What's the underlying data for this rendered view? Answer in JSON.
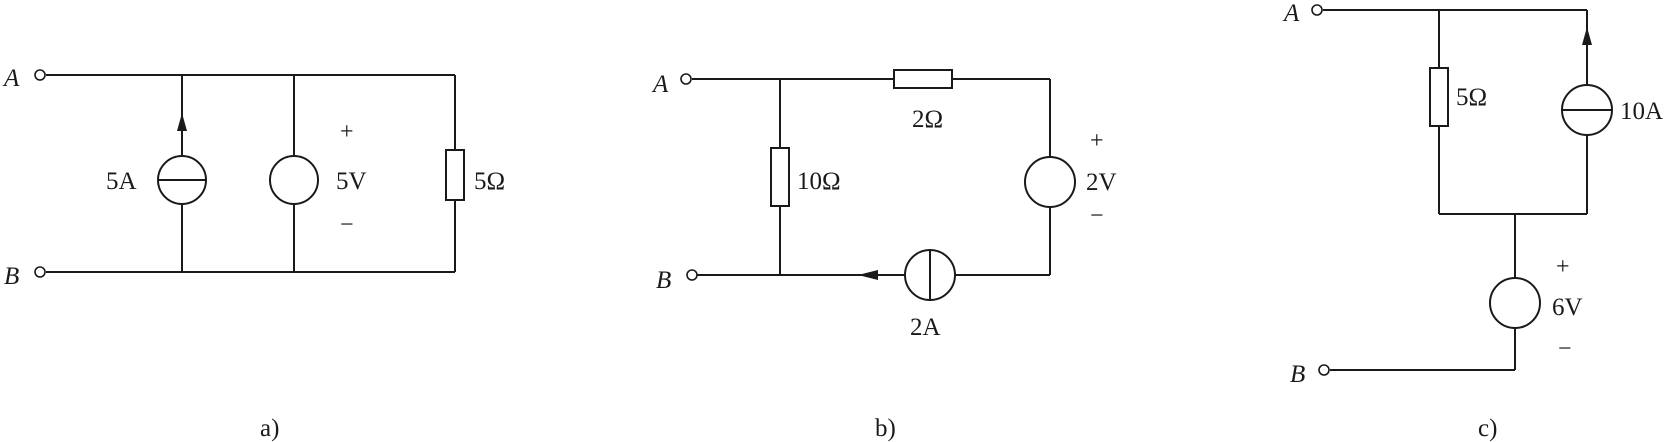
{
  "circuits": {
    "a": {
      "caption": "a)",
      "node_a": "A",
      "node_b": "B",
      "current_source": "5A",
      "voltage_source": "5V",
      "plus": "+",
      "minus": "−",
      "resistor": "5Ω"
    },
    "b": {
      "caption": "b)",
      "node_a": "A",
      "node_b": "B",
      "resistor_vertical": "10Ω",
      "resistor_top": "2Ω",
      "voltage_source": "2V",
      "plus": "+",
      "minus": "−",
      "current_source": "2A"
    },
    "c": {
      "caption": "c)",
      "node_a": "A",
      "node_b": "B",
      "resistor": "5Ω",
      "current_source": "10A",
      "voltage_source": "6V",
      "plus": "+",
      "minus": "−"
    }
  }
}
